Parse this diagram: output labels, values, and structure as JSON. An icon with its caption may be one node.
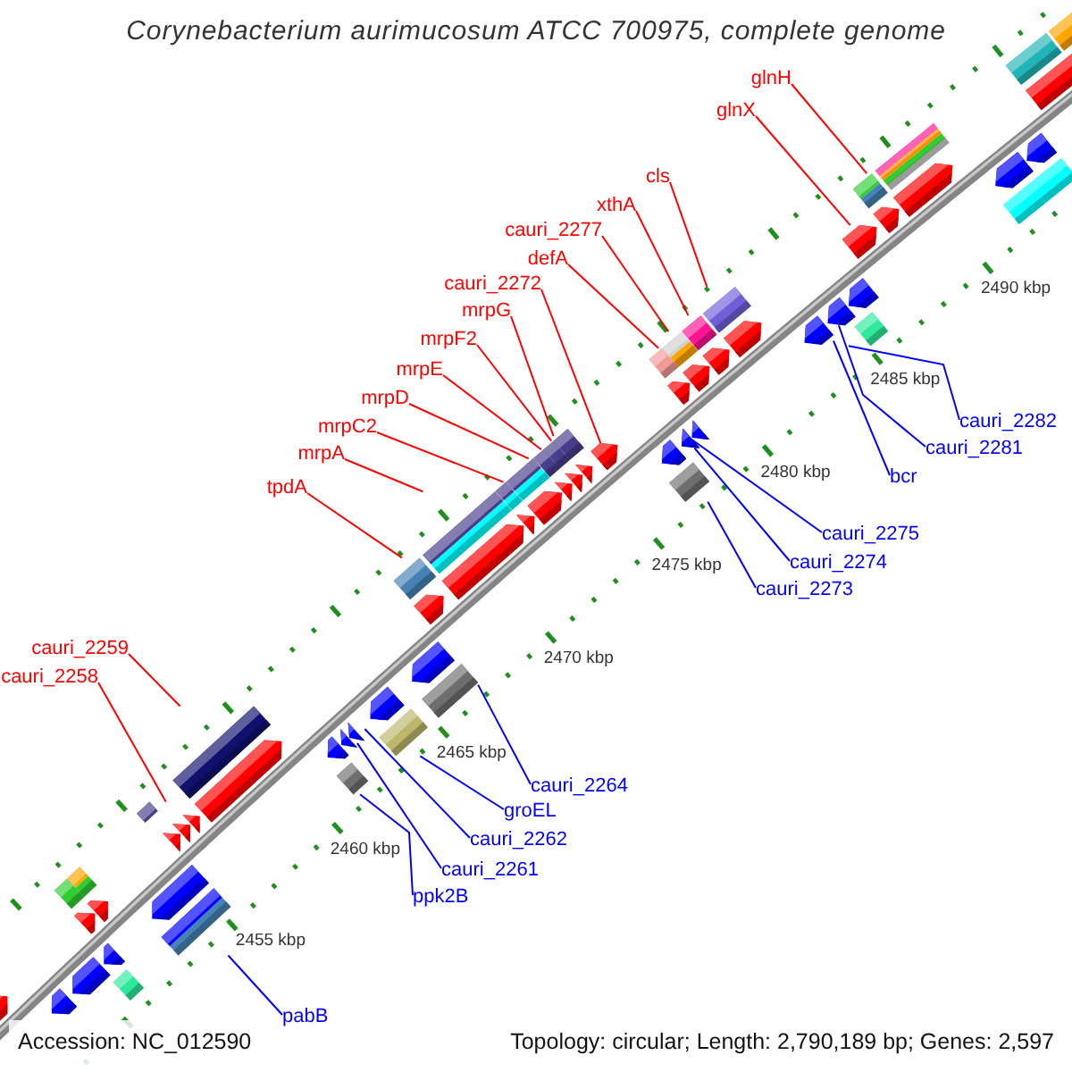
{
  "diagram": {
    "title": "Corynebacterium aurimucosum ATCC 700975, complete genome",
    "nodes": [
      {
        "text": [
          "glnH"
        ]
      },
      {
        "text": [
          "glnX"
        ]
      },
      {
        "text": [
          "cls"
        ]
      },
      {
        "text": [
          "xthA"
        ]
      },
      {
        "text": [
          "cauri_2277"
        ]
      },
      {
        "text": [
          "defA"
        ]
      },
      {
        "text": [
          "cauri_2272"
        ]
      },
      {
        "text": [
          "mrpG"
        ]
      },
      {
        "text": [
          "mrpF2"
        ]
      },
      {
        "text": [
          "mrpE"
        ]
      },
      {
        "text": [
          "mrpD"
        ]
      },
      {
        "text": [
          "cauri_2282"
        ]
      },
      {
        "text": [
          "mrpC2"
        ]
      },
      {
        "text": [
          "cauri_2281"
        ]
      },
      {
        "text": [
          "mrpA"
        ]
      },
      {
        "text": [
          "bcr"
        ]
      },
      {
        "text": [
          "tpdA"
        ]
      },
      {
        "text": [
          "cauri_2275"
        ]
      },
      {
        "text": [
          "cauri_2274"
        ]
      },
      {
        "text": [
          "cauri_2273"
        ]
      },
      {
        "text": [
          "cauri_2259"
        ]
      },
      {
        "text": [
          "cauri_2258"
        ]
      },
      {
        "text": [
          "cauri_2264"
        ]
      },
      {
        "text": [
          "groEL"
        ]
      },
      {
        "text": [
          "cauri_2262"
        ]
      },
      {
        "text": [
          "cauri_2261"
        ]
      },
      {
        "text": [
          "ppk2B"
        ]
      },
      {
        "text": [
          "pabB"
        ]
      },
      {
        "text": [],
        "shape": "bar"
      },
      {
        "text": [],
        "shape": "bar"
      },
      {
        "text": [],
        "shape": "bar"
      },
      {
        "text": [],
        "shape": "bar"
      },
      {
        "text": [],
        "shape": "bar"
      },
      {
        "text": [],
        "shape": "bar"
      },
      {
        "text": [],
        "shape": "bar"
      },
      {
        "text": [],
        "shape": "bar"
      },
      {
        "text": [],
        "shape": "bar"
      },
      {
        "text": [],
        "shape": "bar"
      },
      {
        "text": [],
        "shape": "bar"
      },
      {
        "text": [],
        "shape": "bar"
      },
      {
        "text": [],
        "shape": "bar"
      },
      {
        "text": [],
        "shape": "bar"
      },
      {
        "text": [],
        "shape": "bar"
      },
      {
        "text": [],
        "shape": "bar"
      },
      {
        "text": [],
        "shape": "bar"
      },
      {
        "text": [],
        "shape": "bar"
      },
      {
        "text": [],
        "shape": "bar"
      },
      {
        "text": [],
        "shape": "bar"
      },
      {
        "text": [],
        "shape": "bar"
      },
      {
        "text": [],
        "shape": "bar"
      },
      {
        "text": [],
        "shape": "bar"
      },
      {
        "text": [],
        "shape": "bar"
      },
      {
        "text": [],
        "shape": "bar"
      },
      {
        "text": [],
        "shape": "bar"
      },
      {
        "text": [],
        "shape": "bar"
      },
      {
        "text": [],
        "shape": "bar"
      },
      {
        "text": [],
        "shape": "bar"
      },
      {
        "text": [],
        "shape": "bar"
      },
      {
        "text": [],
        "shape": "bar"
      },
      {
        "text": [],
        "shape": "bar"
      },
      {
        "text": [],
        "shape": "bar"
      },
      {
        "text": [],
        "shape": "bar"
      },
      {
        "text": [],
        "shape": "bar"
      },
      {
        "text": [],
        "shape": "bar"
      },
      {
        "text": [],
        "shape": "bar"
      },
      {
        "text": [],
        "shape": "bar"
      },
      {
        "text": [],
        "shape": "bar"
      },
      {
        "text": [],
        "shape": "bar"
      },
      {
        "text": [],
        "shape": "bar"
      }
    ],
    "edges": [
      {
        "from": 0,
        "to": 63,
        "arrow": "none"
      },
      {
        "from": 1,
        "to": 62,
        "arrow": "none"
      },
      {
        "from": 2,
        "to": 58,
        "arrow": "none"
      },
      {
        "from": 3,
        "to": 57,
        "arrow": "none"
      },
      {
        "from": 4,
        "to": 56,
        "arrow": "none"
      },
      {
        "from": 5,
        "to": 55,
        "arrow": "none"
      },
      {
        "from": 6,
        "to": 51,
        "arrow": "none"
      },
      {
        "from": 7,
        "to": 50,
        "arrow": "none"
      },
      {
        "from": 8,
        "to": 49,
        "arrow": "none"
      },
      {
        "from": 9,
        "to": 48,
        "arrow": "none"
      },
      {
        "from": 10,
        "to": 47,
        "arrow": "none"
      },
      {
        "from": 11,
        "to": 61,
        "arrow": "none",
        "color": "#0000ff"
      },
      {
        "from": 12,
        "to": 46,
        "arrow": "none"
      },
      {
        "from": 13,
        "to": 60,
        "arrow": "none",
        "color": "#0000ff"
      },
      {
        "from": 14,
        "to": 45,
        "arrow": "none"
      },
      {
        "from": 15,
        "to": 59,
        "arrow": "none",
        "color": "#0000ff"
      },
      {
        "from": 16,
        "to": 44,
        "arrow": "none"
      },
      {
        "from": 17,
        "to": 54,
        "arrow": "none",
        "color": "#0000ff"
      },
      {
        "from": 18,
        "to": 53,
        "arrow": "none",
        "color": "#0000ff"
      },
      {
        "from": 19,
        "to": 52,
        "arrow": "none",
        "color": "#0000ff"
      },
      {
        "from": 20,
        "to": 38,
        "arrow": "none"
      },
      {
        "from": 21,
        "to": 35,
        "arrow": "none"
      },
      {
        "from": 22,
        "to": 43,
        "arrow": "none",
        "color": "#0000ff"
      },
      {
        "from": 23,
        "to": 42,
        "arrow": "none",
        "color": "#0000ff"
      },
      {
        "from": 24,
        "to": 41,
        "arrow": "none",
        "color": "#0000ff"
      },
      {
        "from": 25,
        "to": 40,
        "arrow": "none",
        "color": "#0000ff"
      },
      {
        "from": 26,
        "to": 39,
        "arrow": "none",
        "color": "#0000ff"
      },
      {
        "from": 27,
        "to": 34,
        "arrow": "none",
        "color": "#0000ff"
      }
    ],
    "labels": [
      "2490 kbp",
      "2485 kbp",
      "2480 kbp",
      "2475 kbp",
      "2470 kbp",
      "2465 kbp",
      "2460 kbp",
      "2455 kbp",
      "Accession: NC_012590",
      "Topology: circular; Length: 2,790,189 bp; Genes: 2,597"
    ]
  }
}
